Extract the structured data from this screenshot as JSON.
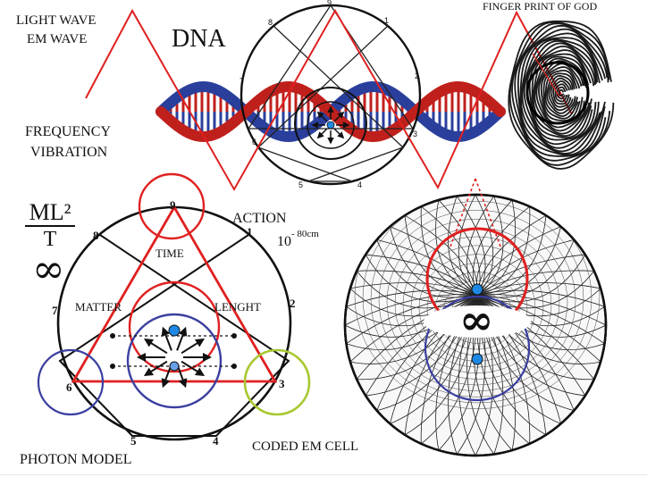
{
  "labels": {
    "light_wave": "LIGHT WAVE",
    "em_wave": "EM WAVE",
    "dna": "DNA",
    "finger_print": "FINGER PRINT OF GOD",
    "frequency": "FREQUENCY",
    "vibration": "VIBRATION",
    "action": "ACTION",
    "action_scale_base": "10",
    "action_scale_exp": "- 80cm",
    "time": "TIME",
    "matter": "MATTER",
    "lenght": "LENGHT",
    "photon_model": "PHOTON MODEL",
    "coded_em_cell": "CODED EM CELL"
  },
  "formula": {
    "numerator": "ML²",
    "denominator": "T",
    "infinity": "∞"
  },
  "torus_infinity": "∞",
  "photon_numbers": [
    "9",
    "1",
    "2",
    "3",
    "4",
    "5",
    "6",
    "7",
    "8"
  ],
  "dna_numbers": [
    "9",
    "1",
    "2",
    "3",
    "4",
    "5",
    "6",
    "7",
    "8"
  ],
  "colors": {
    "red": "#e02020",
    "blue": "#3a3fa0",
    "dna_red": "#c0201c",
    "dna_blue": "#2a3f9c",
    "green": "#a8c830",
    "dot": "#1e88e5"
  },
  "icons": [
    "fingerprint-icon",
    "dna-helix-icon",
    "torus-icon"
  ]
}
